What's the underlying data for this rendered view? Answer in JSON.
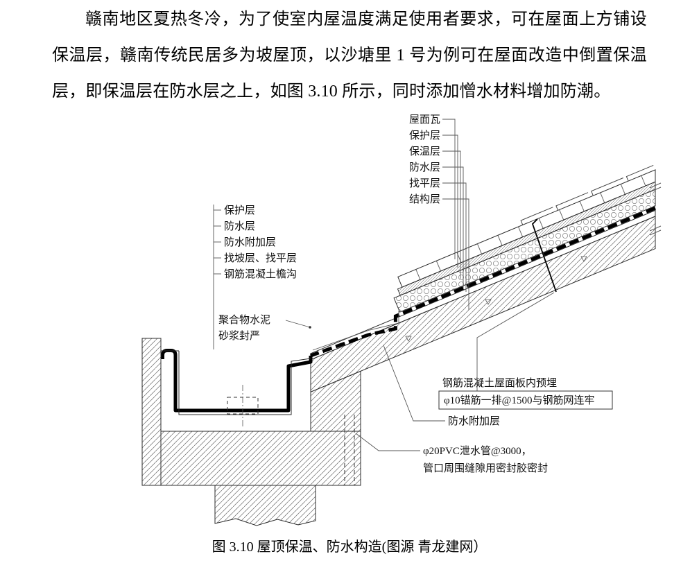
{
  "document": {
    "paragraph": "赣南地区夏热冬冷，为了使室内屋温度满足使用者要求，可在屋面上方铺设保温层，赣南传统民居多为坡屋顶，以沙塘里 1 号为例可在屋面改造中倒置保温层，即保温层在防水层之上，如图 3.10 所示，同时添加憎水材料增加防潮。",
    "caption": "图 3.10 屋顶保温、防水构造(图源 青龙建网）"
  },
  "figure": {
    "roof_layer_labels": [
      "屋面瓦",
      "保护层",
      "保温层",
      "防水层",
      "找平层",
      "结构层"
    ],
    "gutter_layer_labels": [
      "保护层",
      "防水层",
      "防水附加层",
      "找坡层、找平层",
      "钢筋混凝土檐沟"
    ],
    "seal_note_lines": [
      "聚合物水泥",
      "砂浆封严"
    ],
    "anchor_note_lines": [
      "钢筋混凝土屋面板内预埋",
      "φ10锚筋一排@1500与钢筋网连牢"
    ],
    "added_waterproof_label": "防水附加层",
    "drain_note_lines": [
      "φ20PVC泄水管@3000，",
      "管口周围缝隙用密封胶密封"
    ]
  }
}
